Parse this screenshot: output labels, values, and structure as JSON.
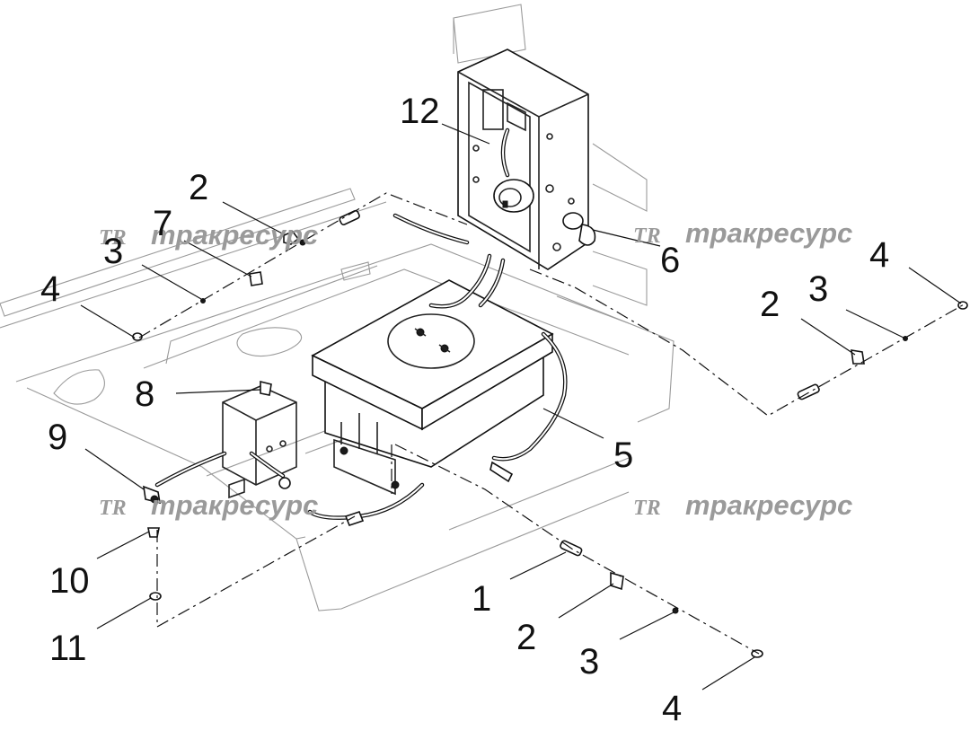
{
  "diagram": {
    "callouts": [
      {
        "label": "12"
      },
      {
        "label": "2"
      },
      {
        "label": "7"
      },
      {
        "label": "3"
      },
      {
        "label": "4"
      },
      {
        "label": "8"
      },
      {
        "label": "9"
      },
      {
        "label": "10"
      },
      {
        "label": "11"
      },
      {
        "label": "6"
      },
      {
        "label": "5"
      },
      {
        "label": "1"
      },
      {
        "label": "2"
      },
      {
        "label": "3"
      },
      {
        "label": "4"
      },
      {
        "label": "4"
      },
      {
        "label": "3"
      },
      {
        "label": "2"
      }
    ],
    "watermarks": [
      {
        "logo": "TR",
        "text": "тракресурс"
      },
      {
        "logo": "TR",
        "text": "тракресурс"
      },
      {
        "logo": "TR",
        "text": "тракресурс"
      },
      {
        "logo": "TR",
        "text": "тракресурс"
      }
    ],
    "colors": {
      "line": "#222222",
      "watermark": "#9a9a9a",
      "background": "#ffffff"
    }
  }
}
